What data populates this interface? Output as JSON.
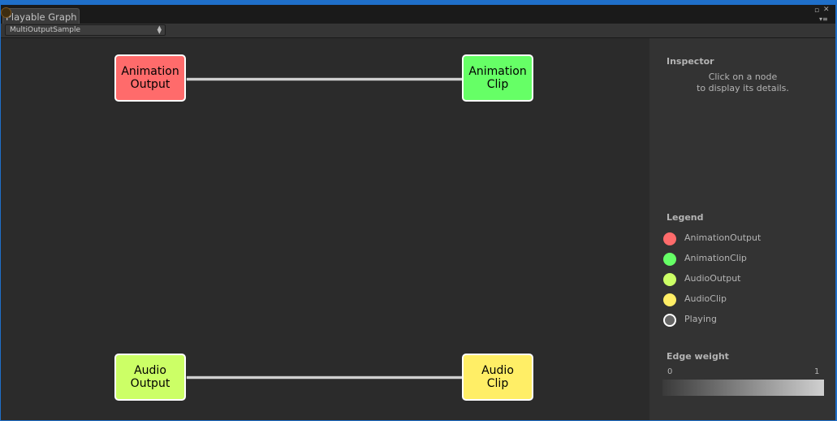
{
  "window": {
    "tab_title": "Playable Graph"
  },
  "toolbar": {
    "graph_selector": "MultiOutputSample"
  },
  "graph": {
    "nodes": [
      {
        "id": "animation-output",
        "label": "Animation\nOutput",
        "color": "#ff6b6b"
      },
      {
        "id": "animation-clip",
        "label": "Animation\nClip",
        "color": "#66ff66"
      },
      {
        "id": "audio-output",
        "label": "Audio\nOutput",
        "color": "#ccff66"
      },
      {
        "id": "audio-clip",
        "label": "Audio\nClip",
        "color": "#ffee66"
      }
    ],
    "edges": [
      {
        "from": "animation-output",
        "to": "animation-clip"
      },
      {
        "from": "audio-output",
        "to": "audio-clip"
      }
    ]
  },
  "inspector": {
    "title": "Inspector",
    "message": "Click on a node\nto display its details."
  },
  "legend": {
    "title": "Legend",
    "items": [
      {
        "label": "AnimationOutput",
        "color": "#ff6b6b"
      },
      {
        "label": "AnimationClip",
        "color": "#66ff66"
      },
      {
        "label": "AudioOutput",
        "color": "#ccff66"
      },
      {
        "label": "AudioClip",
        "color": "#ffee66"
      },
      {
        "label": "Playing",
        "color": "#666666"
      }
    ]
  },
  "edge_weight": {
    "title": "Edge weight",
    "min_label": "0",
    "max_label": "1"
  }
}
